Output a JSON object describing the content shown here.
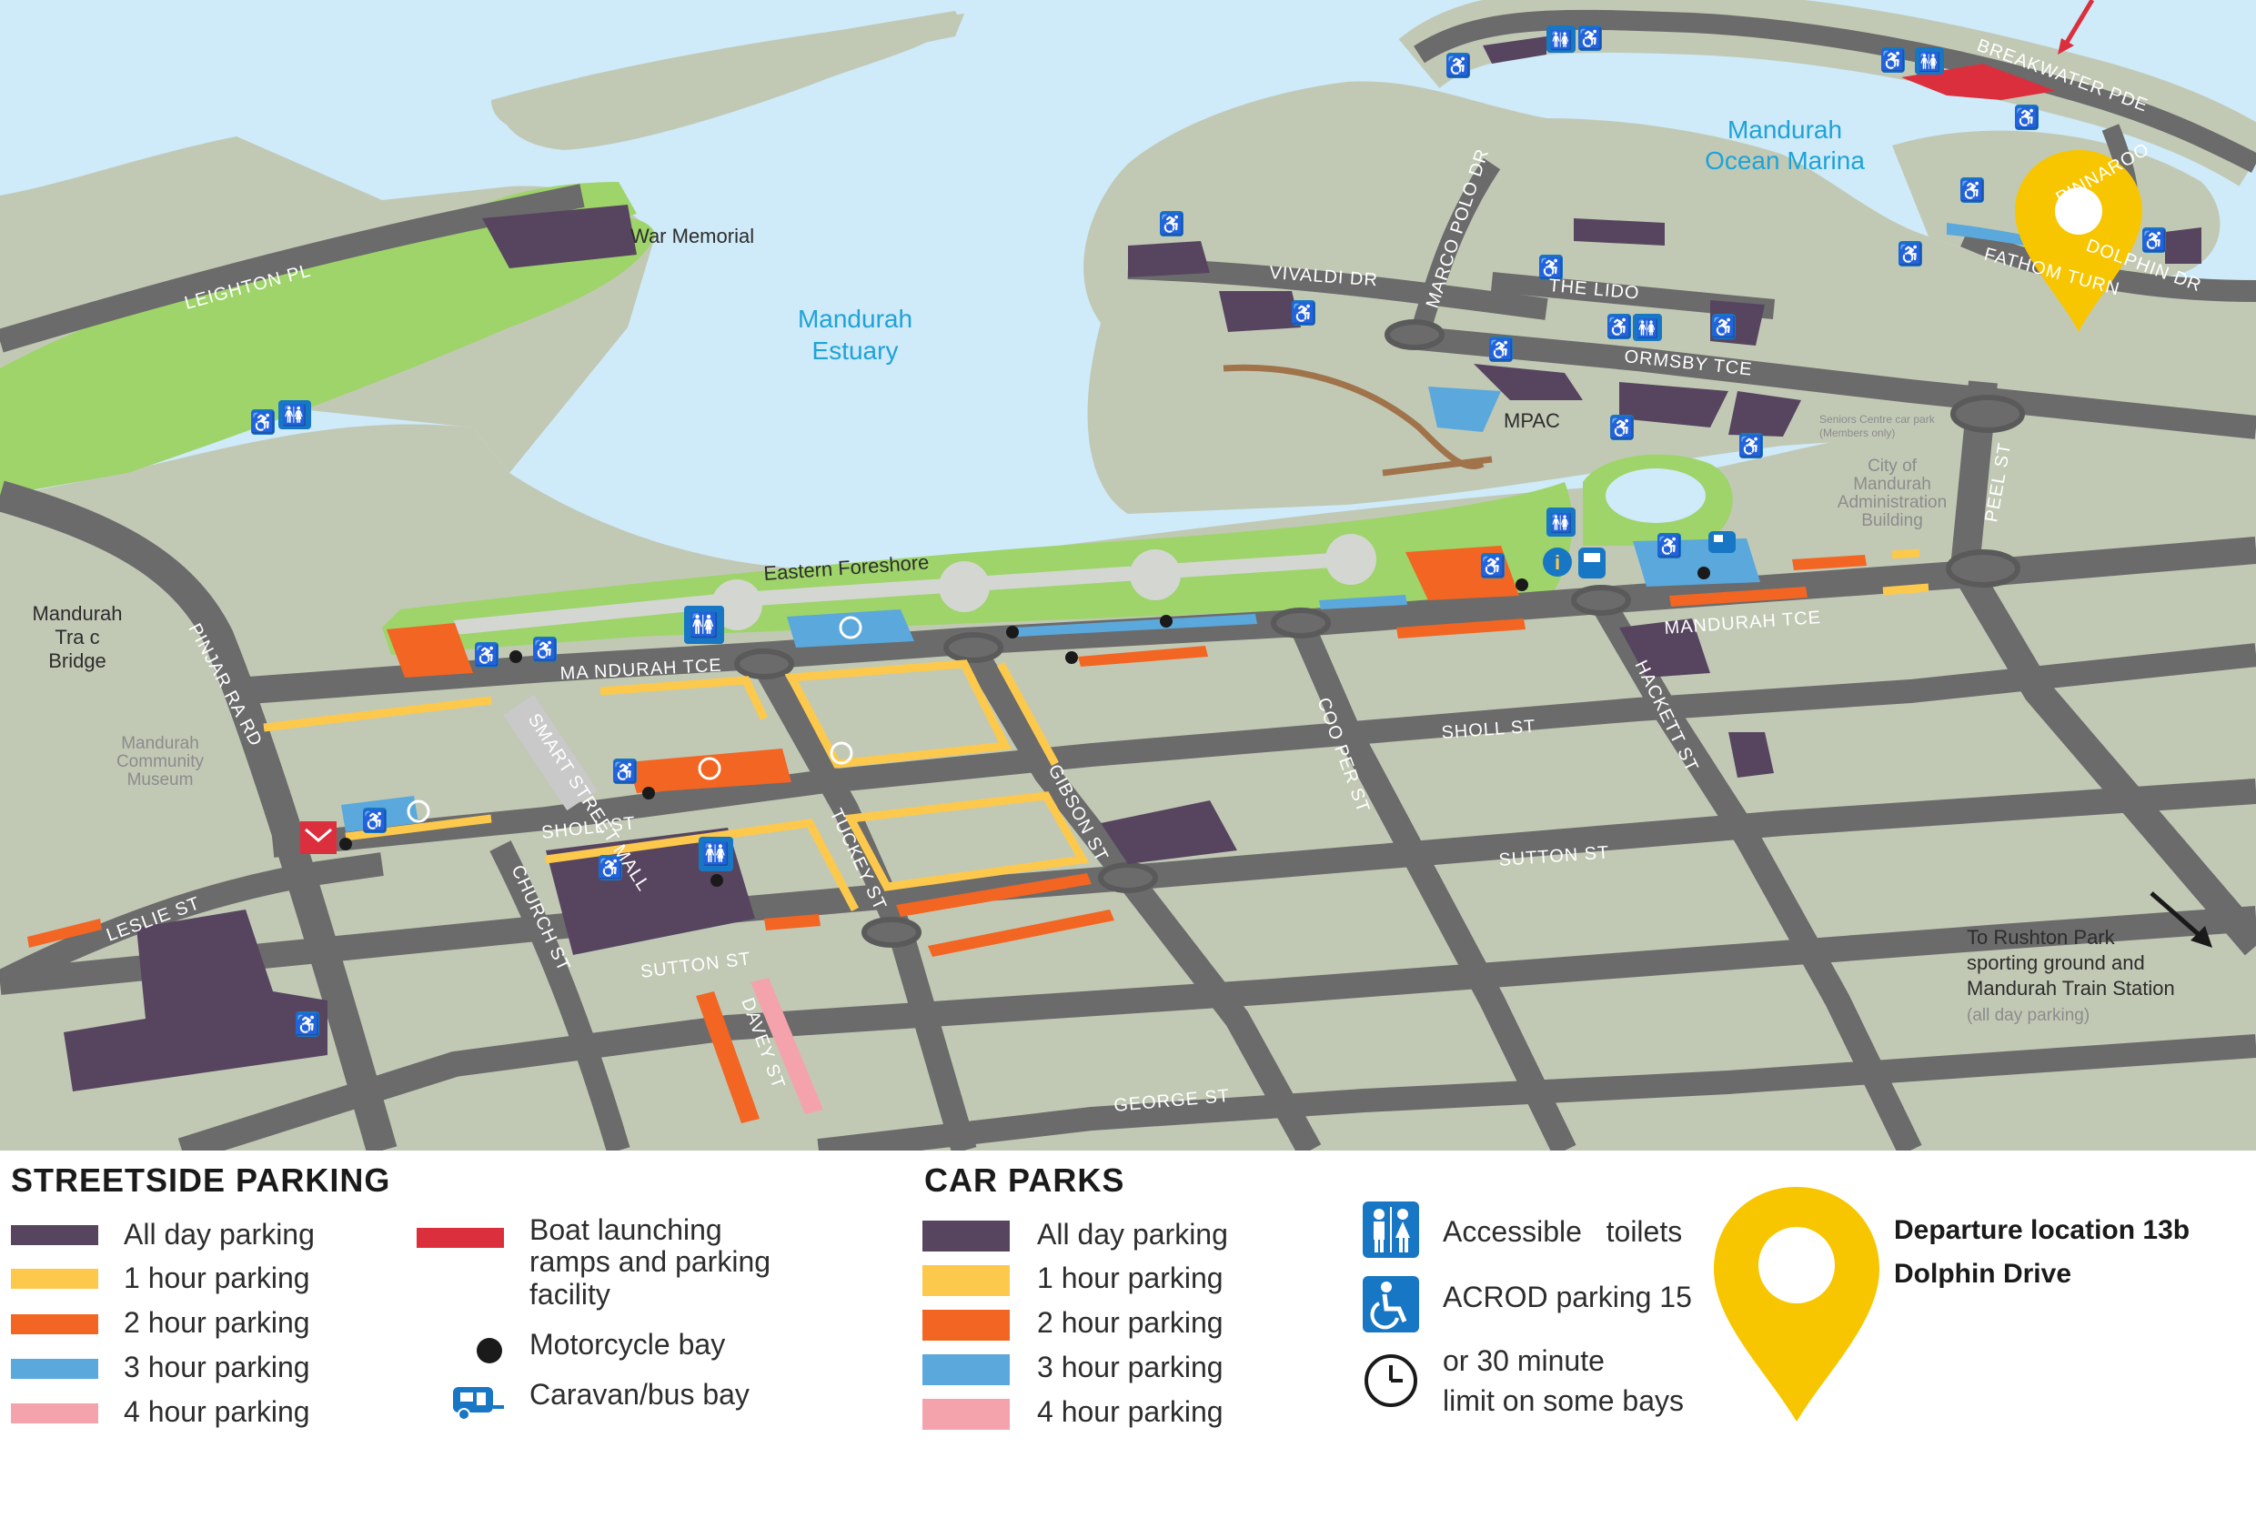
{
  "map": {
    "water_labels": {
      "estuary": "Mandurah\nEstuary",
      "estuary_l1": "Mandurah",
      "estuary_l2": "Estuary",
      "marina_l1": "Mandurah",
      "marina_l2": "Ocean Marina"
    },
    "places": {
      "war_memorial": "War Memorial",
      "traffic_bridge_l1": "Mandurah",
      "traffic_bridge_l2": "Tra c",
      "traffic_bridge_l3": "Bridge",
      "museum_l1": "Mandurah",
      "museum_l2": "Community",
      "museum_l3": "Museum",
      "eastern_foreshore": "Eastern Foreshore",
      "mpac": "MPAC",
      "seniors_l1": "Seniors Centre car park",
      "seniors_l2": "(Members only)",
      "admin_l1": "City of",
      "admin_l2": "Mandurah",
      "admin_l3": "Administration",
      "admin_l4": "Building",
      "rushton_l1": "To Rushton Park",
      "rushton_l2": "sporting ground and",
      "rushton_l3": "Mandurah Train Station",
      "rushton_l4": "(all day parking)"
    },
    "streets": {
      "leighton": "LEIGHTON PL",
      "pinjarra": "PINJAR RA RD",
      "mandurah_tce_w": "MA NDURAH TCE",
      "mandurah_tce_e": "MANDURAH TCE",
      "smart_mall": "SMART STREET MALL",
      "sholl_w": "SHOLL ST",
      "sholl_e": "SHOLL ST",
      "leslie": "LESLIE ST",
      "church": "CHURCH ST",
      "sutton_w": "SUTTON ST",
      "sutton_e": "SUTTON ST",
      "tuckey": "TUCKEY ST",
      "gibson": "GIBSON ST",
      "cooper": "COO PER ST",
      "hackett": "HACKETT ST",
      "peel": "PEEL ST",
      "davey": "DAVEY ST",
      "george": "GEORGE ST",
      "vivaldi": "VIVALDI DR",
      "marco_polo": "MARCO POLO DR",
      "the_lido": "THE LIDO",
      "ormsby": "ORMSBY TCE",
      "breakwater": "BREAKWATER PDE",
      "pinnaroo": "PINNAROO",
      "fathom": "FATHOM TURN",
      "dolphin": "DOLPHIN DR"
    }
  },
  "legend": {
    "streetside": {
      "title": "STREETSIDE PARKING",
      "items": [
        {
          "label": "All day parking",
          "color": "#574560"
        },
        {
          "label": "1 hour parking",
          "color": "#fcc94d"
        },
        {
          "label": "2 hour parking",
          "color": "#f26522"
        },
        {
          "label": "3 hour parking",
          "color": "#5aa8dc"
        },
        {
          "label": "4 hour parking",
          "color": "#f4a3ac"
        }
      ],
      "boat": {
        "l1": "Boat launching",
        "l2": "ramps and parking",
        "l3": "facility",
        "color": "#dc2f3d"
      },
      "motorcycle": "Motorcycle bay",
      "caravan": "Caravan/bus bay"
    },
    "carparks": {
      "title": "CAR PARKS",
      "items": [
        {
          "label": "All day parking",
          "color": "#574560"
        },
        {
          "label": "1 hour parking",
          "color": "#fcc94d"
        },
        {
          "label": "2 hour parking",
          "color": "#f26522"
        },
        {
          "label": "3 hour parking",
          "color": "#5aa8dc"
        },
        {
          "label": "4 hour parking",
          "color": "#f4a3ac"
        }
      ]
    },
    "icons": {
      "toilets": "Accessible   toilets",
      "acrod": "ACROD parking 15",
      "limit_l1": "or 30 minute",
      "limit_l2": "limit on some bays"
    },
    "departure": {
      "l1": "Departure location 13b",
      "l2": "Dolphin Drive",
      "color": "#f7c600"
    }
  },
  "colors": {
    "water": "#cfeaf8",
    "land": "#c1c9b5",
    "park": "#9ed46a",
    "road": "#6b6b6b",
    "all_day": "#574560",
    "one_hour": "#fcc94d",
    "two_hour": "#f26522",
    "three_hour": "#5aa8dc",
    "four_hour": "#f4a3ac",
    "icon_blue": "#1777c4"
  }
}
